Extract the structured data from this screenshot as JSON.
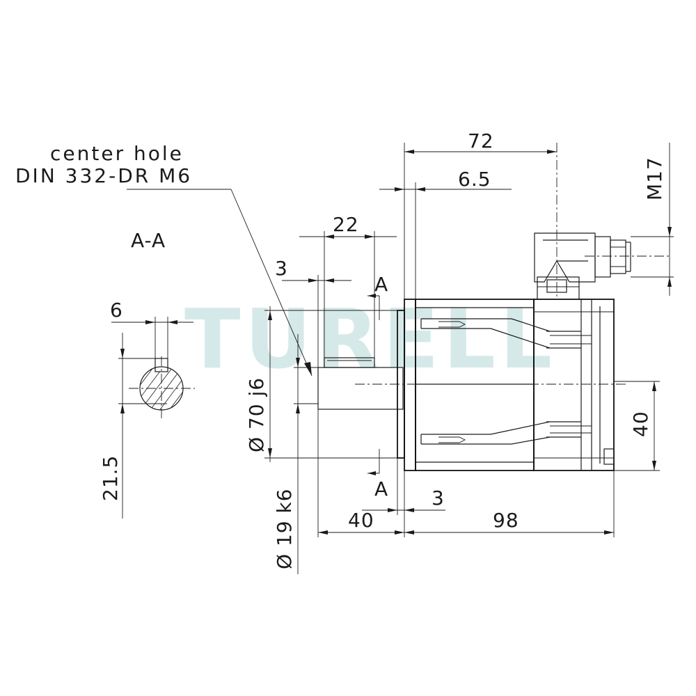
{
  "watermark": "TURELL",
  "note_line1": "center hole",
  "note_line2": "DIN 332-DR M6",
  "section_title": "A-A",
  "section_marker_top": "A",
  "section_marker_bottom": "A",
  "dims": {
    "key_width": "6",
    "key_height": "21.5",
    "overall_72": "72",
    "flange_6_5": "6.5",
    "connector_m17": "M17",
    "shaft_22": "22",
    "shaft_3": "3",
    "pilot_diam": "Ø 70  j6",
    "shaft_diam": "Ø 19  k6",
    "body_40": "40",
    "shaft_len_40": "40",
    "gap_3": "3",
    "body_98": "98"
  }
}
